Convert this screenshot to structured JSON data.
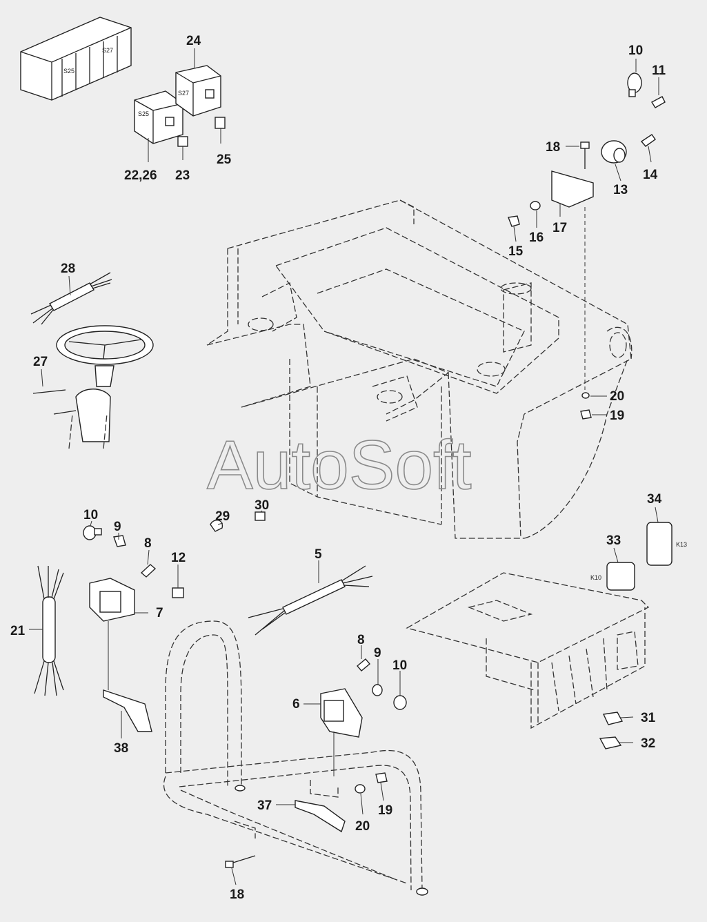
{
  "watermark": "AutoSoft",
  "callouts": [
    "24",
    "22,26",
    "23",
    "25",
    "10",
    "11",
    "18",
    "13",
    "14",
    "17",
    "16",
    "15",
    "28",
    "27",
    "20",
    "19",
    "34",
    "33",
    "10",
    "9",
    "8",
    "12",
    "7",
    "29",
    "30",
    "5",
    "21",
    "8",
    "9",
    "10",
    "6",
    "38",
    "31",
    "32",
    "37",
    "20",
    "19",
    "18"
  ],
  "component_labels": {
    "switch_panel_s25": "S25",
    "switch_panel_s27": "S27",
    "switch_22_26": "S25",
    "switch_24": "S27",
    "relay_33": "K10",
    "relay_34": "K13"
  }
}
